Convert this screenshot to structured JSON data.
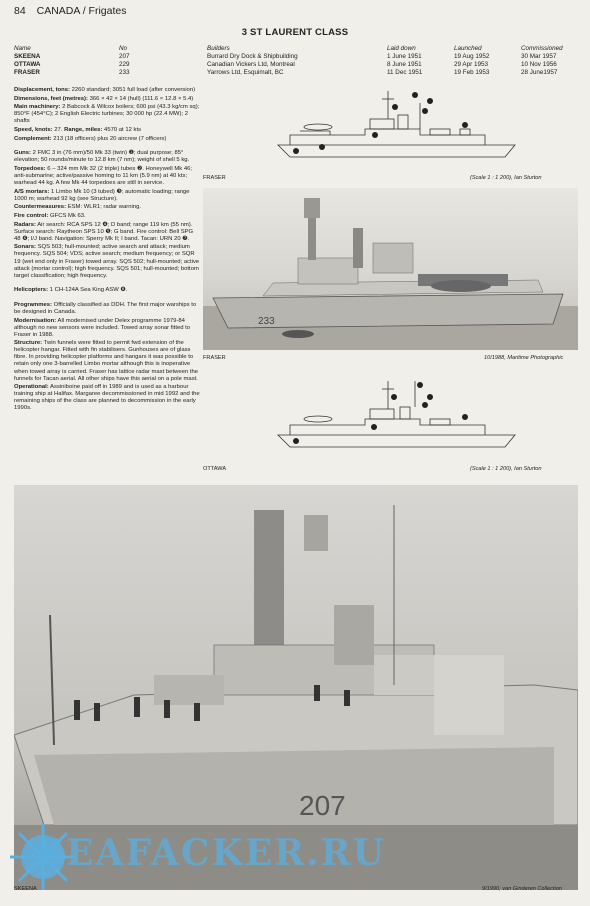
{
  "header": {
    "page_number": "84",
    "section": "CANADA / Frigates"
  },
  "class_title": "3 ST LAURENT CLASS",
  "ships_table": {
    "columns": [
      "Name",
      "No",
      "Builders",
      "Laid down",
      "Launched",
      "Commissioned"
    ],
    "rows": [
      [
        "SKEENA",
        "207",
        "Burrard Dry Dock & Shipbuilding",
        "1 June 1951",
        "19 Aug 1952",
        "30 Mar 1957"
      ],
      [
        "OTTAWA",
        "229",
        "Canadian Vickers Ltd, Montreal",
        "8 June 1951",
        "29 Apr 1953",
        "10 Nov 1956"
      ],
      [
        "FRASER",
        "233",
        "Yarrows Ltd, Esquimalt, BC",
        "11 Dec 1951",
        "19 Feb 1953",
        "28 June1957"
      ]
    ]
  },
  "specs": [
    {
      "label": "Displacement, tons:",
      "text": " 2260 standard; 3051 full load (after conversion)"
    },
    {
      "label": "Dimensions, feet (metres):",
      "text": " 366 × 42 × 14 (hull) (111.6 × 12.8 × 5.4)"
    },
    {
      "label": "Main machinery:",
      "text": " 2 Babcock & Wilcox boilers; 600 psi (43.3 kg/cm sq); 850°F (454°C); 2 English Electric turbines; 30 000 hp (22.4 MW); 2 shafts"
    },
    {
      "label": "Speed, knots:",
      "text": " 27. "
    },
    {
      "label": "Range, miles:",
      "text": " 4570 at 12 kts"
    },
    {
      "label": "Complement:",
      "text": " 213 (18 officers) plus 20 aircrew (7 officers)"
    },
    {
      "label": "Guns:",
      "text": " 2 FMC 3 in (76 mm)/50 Mk 33 (twin) ❶; dual purpose; 85° elevation; 50 rounds/minute to 12.8 km (7 nm); weight of shell 5 kg."
    },
    {
      "label": "Torpedoes:",
      "text": " 6 – 324 mm Mk 32 (2 triple) tubes ❷. Honeywell Mk 46; anti-submarine; active/passive homing to 11 km (5.9 nm) at 40 kts; warhead 44 kg. A few Mk 44 torpedoes are still in service."
    },
    {
      "label": "A/S mortars:",
      "text": " 1 Limbo Mk 10 (3 tubed) ❸; automatic loading; range 1000 m; warhead 92 kg (see Structure)."
    },
    {
      "label": "Countermeasures:",
      "text": " ESM: WLR1; radar warning."
    },
    {
      "label": "Fire control:",
      "text": " GFCS Mk 63."
    },
    {
      "label": "Radars:",
      "text": " Air search: RCA SPS 12 ❹; D band; range 119 km (55 nm). Surface search: Raytheon SPS 10 ❺; G band. Fire control: Bell SPG 48 ❻; I/J band. Navigation: Sperry Mk II; I band. Tacan: URN 20 ❼."
    },
    {
      "label": "Sonars:",
      "text": " SQS 503; hull-mounted; active search and attack; medium frequency. SQS 504; VDS; active search; medium frequency; or SQR 19 (wet end only in Fraser) towed array. SQS 502; hull-mounted; active attack (mortar control); high frequency. SQS 501; hull-mounted; bottom target classification; high frequency."
    },
    {
      "label": "Helicopters:",
      "text": " 1 CH-124A Sea King ASW ❽."
    },
    {
      "label": "Programmes:",
      "text": " Officially classified as DDH. The first major warships to be designed in Canada."
    },
    {
      "label": "Modernisation:",
      "text": " All modernised under Delex programme 1979-84 although no new sensors were included. Towed array sonar fitted to Fraser in 1988."
    },
    {
      "label": "Structure:",
      "text": " Twin funnels were fitted to permit fwd extension of the helicopter hangar. Fitted with fin stabilisers. Gunhouses are of glass fibre. In providing helicopter platforms and hangars it was possible to retain only one 3-barrelled Limbo mortar although this is inoperative when towed array is carried. Fraser has lattice radar mast between the funnels for Tacan aerial. All other ships have this aerial on a pole mast."
    },
    {
      "label": "Operational:",
      "text": " Assiniboine paid off in 1989 and is used as a harbour training ship at Halifax. Margaree decommissioned in mid 1992 and the remaining ships of the class are planned to decommission in the early 1990s."
    }
  ],
  "captions": {
    "drawing1_ship": "FRASER",
    "drawing1_credit": "(Scale 1 : 1 200), Ian Sturton",
    "photo1_ship": "FRASER",
    "photo1_credit": "10/1988, Maritime Photographic",
    "drawing2_ship": "OTTAWA",
    "drawing2_credit": "(Scale 1 : 1 200), Ian Sturton",
    "photo2_ship": "SKEENA",
    "photo2_credit": "9/1990, van Ginderen Collection"
  },
  "hull_numbers": {
    "photo1": "233",
    "photo2": "207"
  },
  "watermark": "SEAFACKER.RU",
  "colors": {
    "paper": "#f1efe9",
    "text": "#222222",
    "watermark": "#5aaee0"
  }
}
